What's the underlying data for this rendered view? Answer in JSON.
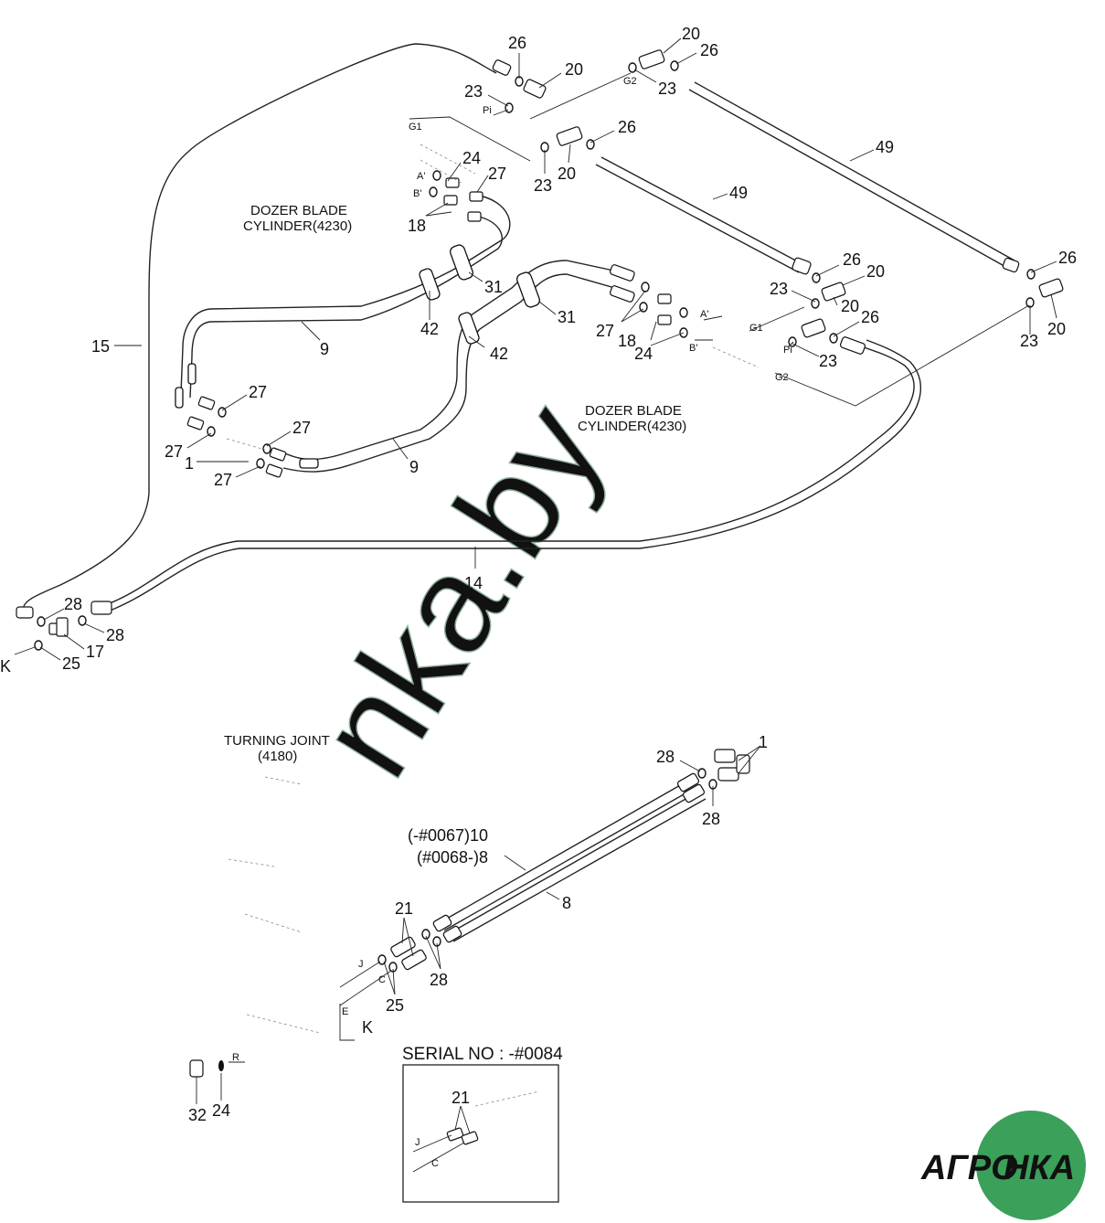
{
  "captions": {
    "dozer_upper_line1": "DOZER BLADE",
    "dozer_upper_line2": "CYLINDER(4230)",
    "dozer_right_line1": "DOZER BLADE",
    "dozer_right_line2": "CYLINDER(4230)",
    "turning_joint_line1": "TURNING JOINT",
    "turning_joint_line2": "(4180)",
    "serial_no": "SERIAL NO : -#0084",
    "serial_range_a": "(-#0067)10",
    "serial_range_b": "(#0068-)8"
  },
  "port_labels": {
    "g1_top": "G1",
    "pi_top": "Pi",
    "g2_top": "G2",
    "a_top": "A'",
    "b_top": "B'",
    "a_right": "A'",
    "b_right": "B'",
    "g1_right": "G1",
    "pi_right": "Pi",
    "g2_right": "G2",
    "k_left": "K",
    "j": "J",
    "c": "C",
    "e": "E",
    "k_bottom": "K",
    "r": "R",
    "j_inset": "J",
    "c_inset": "C"
  },
  "part_numbers": {
    "p26_a": "26",
    "p20_a": "20",
    "p23_a": "23",
    "p20_b": "20",
    "p26_b": "26",
    "p23_b": "23",
    "p26_c": "26",
    "p20_c": "20",
    "p23_c": "23",
    "p49_a": "49",
    "p49_b": "49",
    "p24_a": "24",
    "p27_a": "27",
    "p18_a": "18",
    "p31_a": "31",
    "p42_a": "42",
    "p9_a": "9",
    "p31_b": "31",
    "p42_b": "42",
    "p9_b": "9",
    "p27_b": "27",
    "p18_b": "18",
    "p24_b": "24",
    "p26_d": "26",
    "p20_d": "20",
    "p23_d": "23",
    "p20_e": "20",
    "p26_e": "26",
    "p23_e": "23",
    "p26_f": "26",
    "p20_f": "20",
    "p23_f": "23",
    "p15": "15",
    "p14": "14",
    "p27_c": "27",
    "p27_d": "27",
    "p27_e": "27",
    "p1_a": "1",
    "p27_f": "27",
    "p28_a": "28",
    "p28_b": "28",
    "p17": "17",
    "p25_a": "25",
    "p28_c": "28",
    "p1_b": "1",
    "p28_d": "28",
    "p8": "8",
    "p21_a": "21",
    "p28_e": "28",
    "p25_b": "25",
    "p32": "32",
    "p24_c": "24",
    "p21_b": "21"
  },
  "watermark": {
    "site": "nka.by",
    "logo_left": "АГРО",
    "logo_right": "НКА",
    "site_color": "#7a9a86",
    "logo_color": "#3aa05a"
  }
}
